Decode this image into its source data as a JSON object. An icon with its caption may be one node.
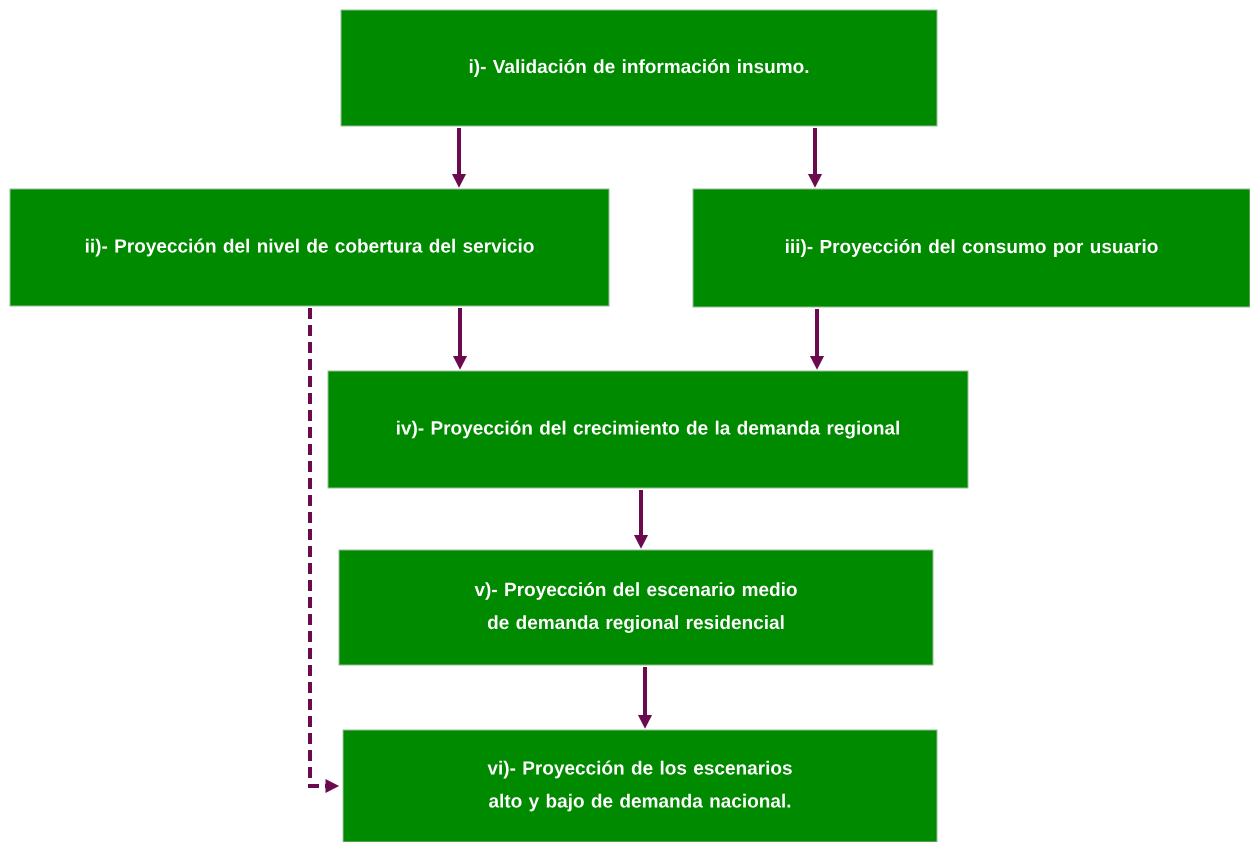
{
  "diagram": {
    "nodes": [
      {
        "text": [
          "i)- Validación de información insumo."
        ]
      },
      {
        "text": [
          "ii)- Proyección del nivel de cobertura del servicio"
        ]
      },
      {
        "text": [
          "iii)- Proyección del consumo por usuario"
        ]
      },
      {
        "text": [
          "iv)- Proyección del crecimiento de la demanda regional"
        ]
      },
      {
        "text": [
          "v)- Proyección del escenario medio de demanda regional residencial"
        ]
      },
      {
        "text": [
          "vi)- Proyección de los escenarios alto y bajo de demanda nacional."
        ]
      }
    ],
    "edges": [
      {
        "from": 0,
        "to": 1,
        "arrow": "to"
      },
      {
        "from": 0,
        "to": 2,
        "arrow": "to"
      },
      {
        "from": 1,
        "to": 3,
        "arrow": "to"
      },
      {
        "from": 2,
        "to": 3,
        "arrow": "to"
      },
      {
        "from": 3,
        "to": 4,
        "arrow": "to"
      },
      {
        "from": 4,
        "to": 5,
        "arrow": "to"
      },
      {
        "from": 1,
        "to": 5,
        "arrow": "to",
        "style": "dashed"
      }
    ]
  }
}
